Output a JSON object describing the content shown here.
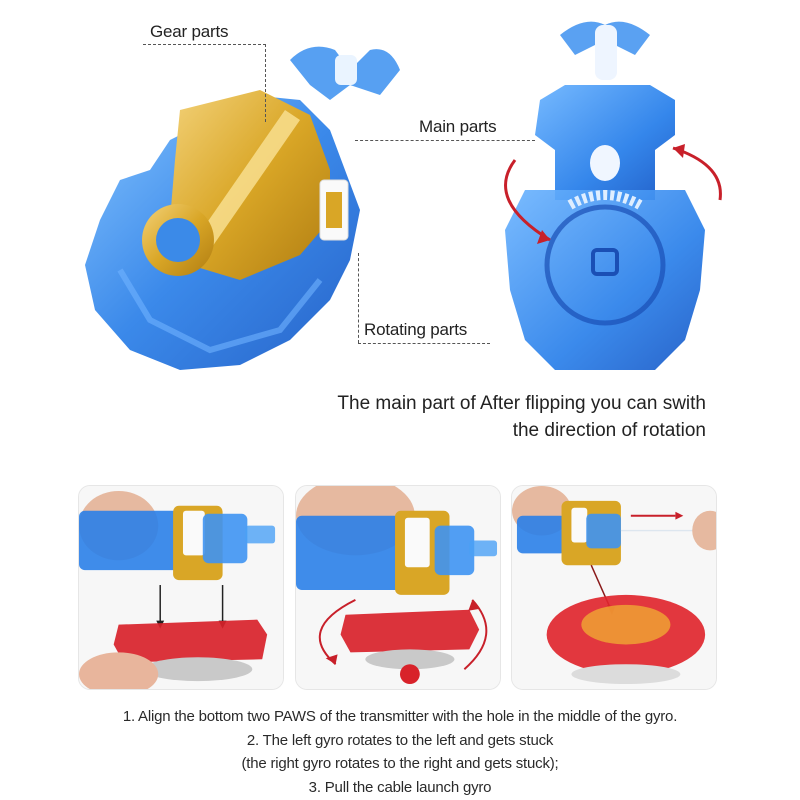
{
  "callouts": {
    "gear_parts": "Gear parts",
    "main_parts": "Main parts",
    "rotating_parts": "Rotating parts"
  },
  "caption": {
    "line1": "The main part of After flipping you can swith",
    "line2": "the direction of rotation"
  },
  "steps": [
    "1. Align the bottom two PAWS of the transmitter with the hole in the middle of the gyro.",
    "2. The left gyro rotates to the left and gets stuck",
    "(the right gyro rotates to the right and gets stuck);",
    "3. Pull the cable launch gyro"
  ],
  "images": {
    "launcher_assembled": "blue-gold-launcher-image",
    "launcher_flipped": "blue-launcher-flipped-image",
    "step1": "align-paws-photo",
    "step2": "rotate-lock-photo",
    "step3": "pull-cable-photo"
  },
  "colors": {
    "launcher_blue": "#1f6fe0",
    "launcher_blue_light": "#5aa8f5",
    "gold": "#d9a626",
    "gyro_red": "#d8222a",
    "arrow_red": "#c8202a",
    "text": "#222222",
    "panel_border": "#e6e6e6"
  }
}
